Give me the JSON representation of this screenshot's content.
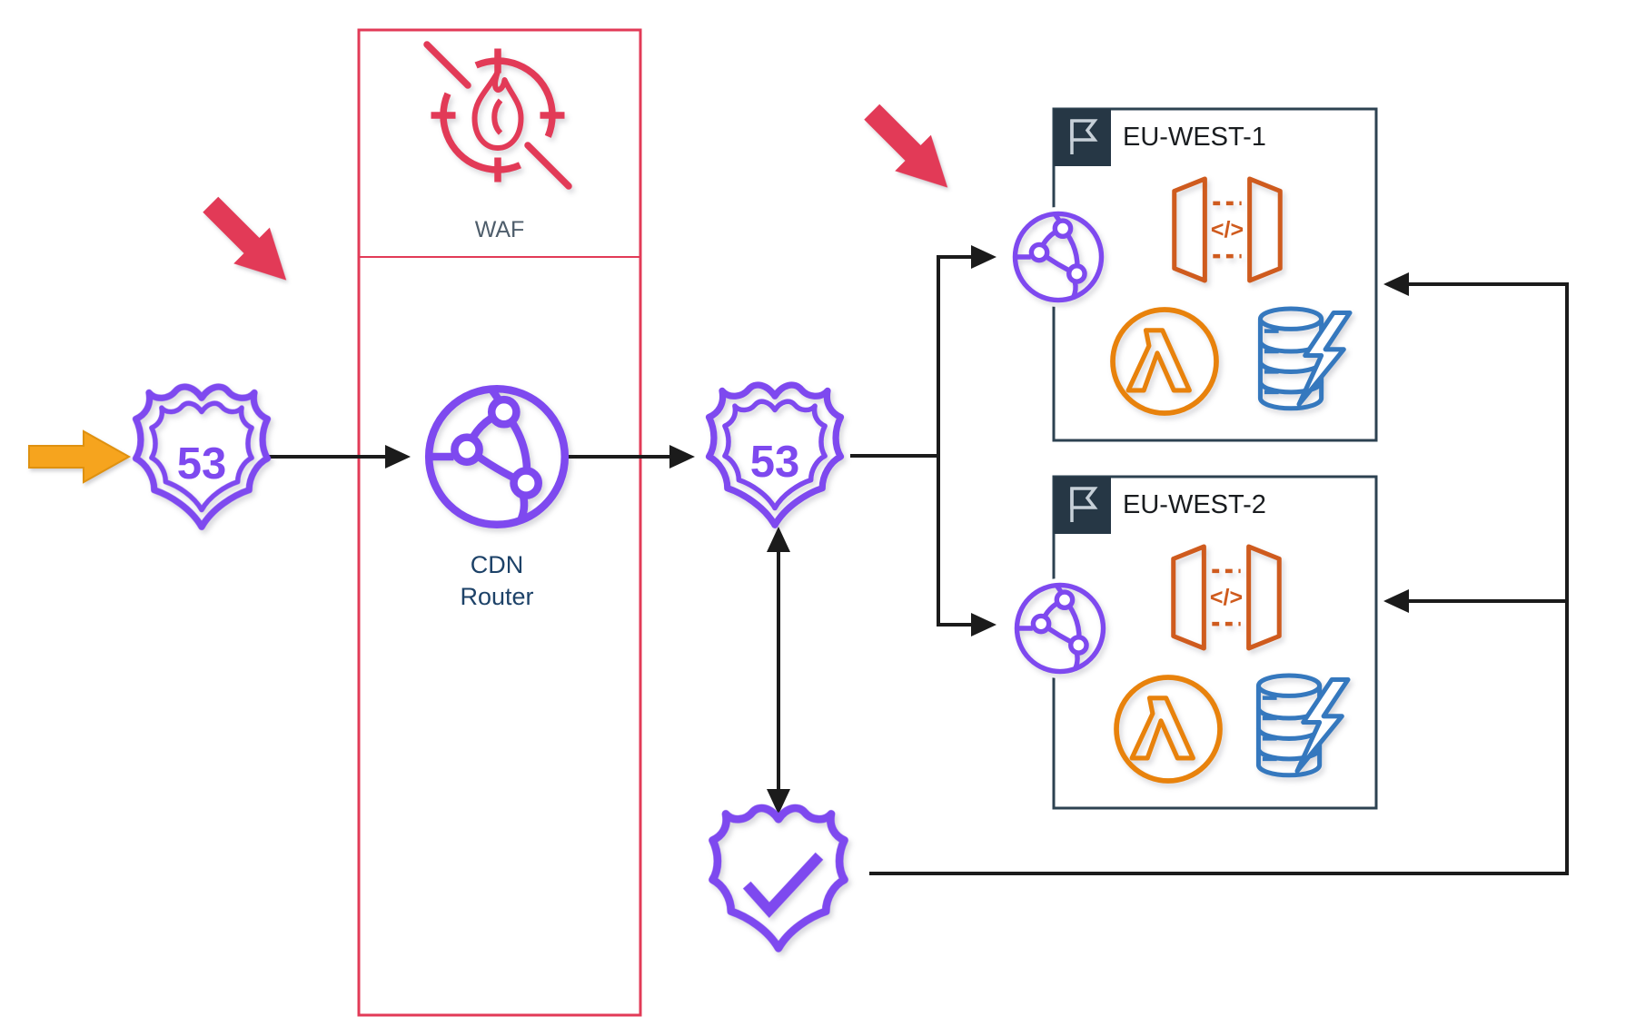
{
  "diagram": {
    "labels": {
      "waf": "WAF",
      "cdn_line1": "CDN",
      "cdn_line2": "Router",
      "region_1": "EU-WEST-1",
      "region_2": "EU-WEST-2",
      "route53": "53",
      "api_glyph": "</>"
    },
    "icons": [
      "route53-icon",
      "waf-icon",
      "cdn-globe-icon",
      "network-globe-icon",
      "api-gateway-icon",
      "lambda-icon",
      "database-accelerator-icon",
      "shield-check-icon",
      "flag-icon",
      "ingress-arrow",
      "red-pointer-arrow"
    ],
    "colors": {
      "purple": "#7E49EF",
      "red": "#E23A57",
      "amber": "#F6A41E",
      "amber_edge": "#DF9110",
      "api_orange": "#CF5B1E",
      "lambda_orange": "#E8820C",
      "db_blue": "#3578BE",
      "dark_navy": "#263745",
      "box_border": "#2D4251",
      "ink": "#1B1B1B",
      "waf_text": "#4E5D6B",
      "cdn_text": "#1D4268",
      "region_text": "#191C1F",
      "flag_stroke": "#C7D0D8"
    }
  }
}
